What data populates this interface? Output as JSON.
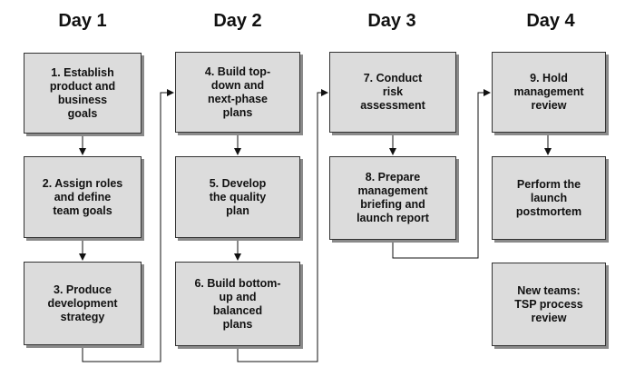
{
  "headers": {
    "day1": "Day 1",
    "day2": "Day 2",
    "day3": "Day 3",
    "day4": "Day 4"
  },
  "steps": {
    "s1": "1.  Establish\nproduct and\nbusiness\ngoals",
    "s2": "2.  Assign roles\nand define\nteam goals",
    "s3": "3.  Produce\ndevelopment\nstrategy",
    "s4": "4.  Build top-\ndown and\nnext-phase\nplans",
    "s5": "5.  Develop\nthe quality\nplan",
    "s6": "6.  Build bottom-\nup and\nbalanced\nplans",
    "s7": "7.  Conduct\nrisk\nassessment",
    "s8": "8.  Prepare\nmanagement\nbriefing and\nlaunch report",
    "s9": "9.  Hold\nmanagement\nreview",
    "postmortem": "Perform the\nlaunch\npostmortem",
    "new_teams": "New teams:\nTSP process\nreview"
  }
}
